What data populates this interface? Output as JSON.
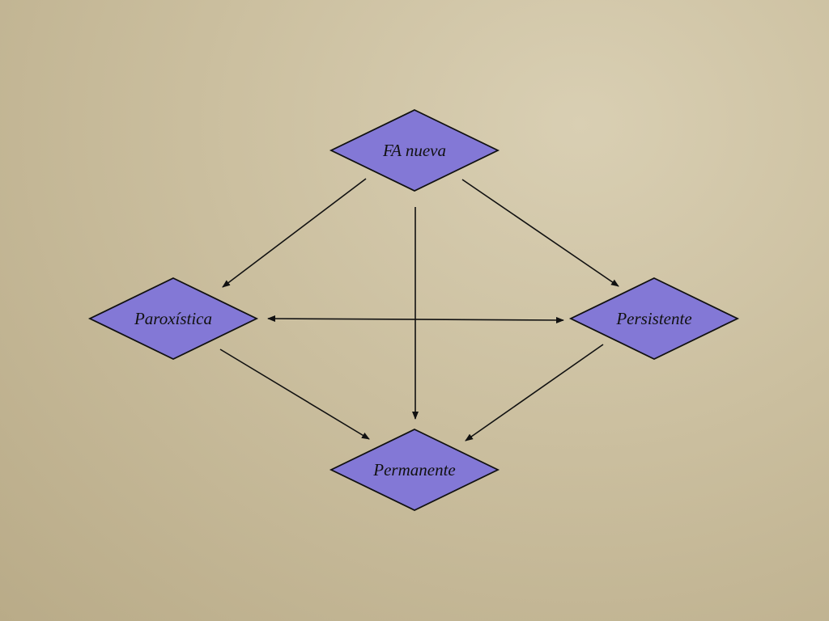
{
  "colors": {
    "node_fill": "#8378d6",
    "node_stroke": "#111111",
    "edge": "#111111"
  },
  "nodes": {
    "new": {
      "label": "FA nueva"
    },
    "paroxysmal": {
      "label": "Paroxística"
    },
    "persistent": {
      "label": "Persistente"
    },
    "permanent": {
      "label": "Permanente"
    }
  },
  "edges": [
    {
      "from": "new",
      "to": "paroxysmal",
      "type": "single"
    },
    {
      "from": "new",
      "to": "persistent",
      "type": "single"
    },
    {
      "from": "new",
      "to": "permanent",
      "type": "single"
    },
    {
      "from": "paroxysmal",
      "to": "persistent",
      "type": "double"
    },
    {
      "from": "paroxysmal",
      "to": "permanent",
      "type": "single"
    },
    {
      "from": "persistent",
      "to": "permanent",
      "type": "single"
    }
  ]
}
